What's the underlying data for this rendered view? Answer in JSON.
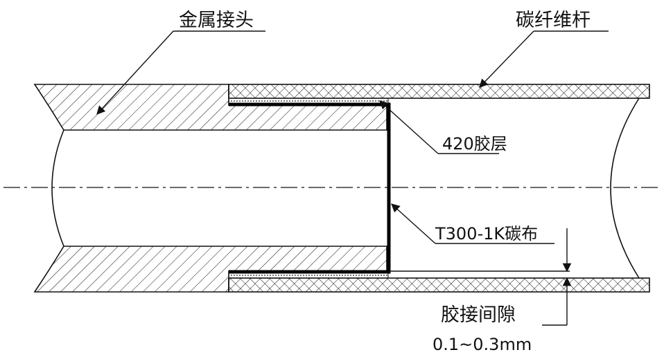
{
  "labels": {
    "metal_joint": "金属接头",
    "carbon_rod": "碳纤维杆",
    "adhesive_layer": "420胶层",
    "carbon_cloth": "T300-1K碳布",
    "bond_gap_title": "胶接间隙",
    "bond_gap_value": "0.1~0.3mm"
  },
  "colors": {
    "line": "#111111",
    "background": "#ffffff"
  }
}
